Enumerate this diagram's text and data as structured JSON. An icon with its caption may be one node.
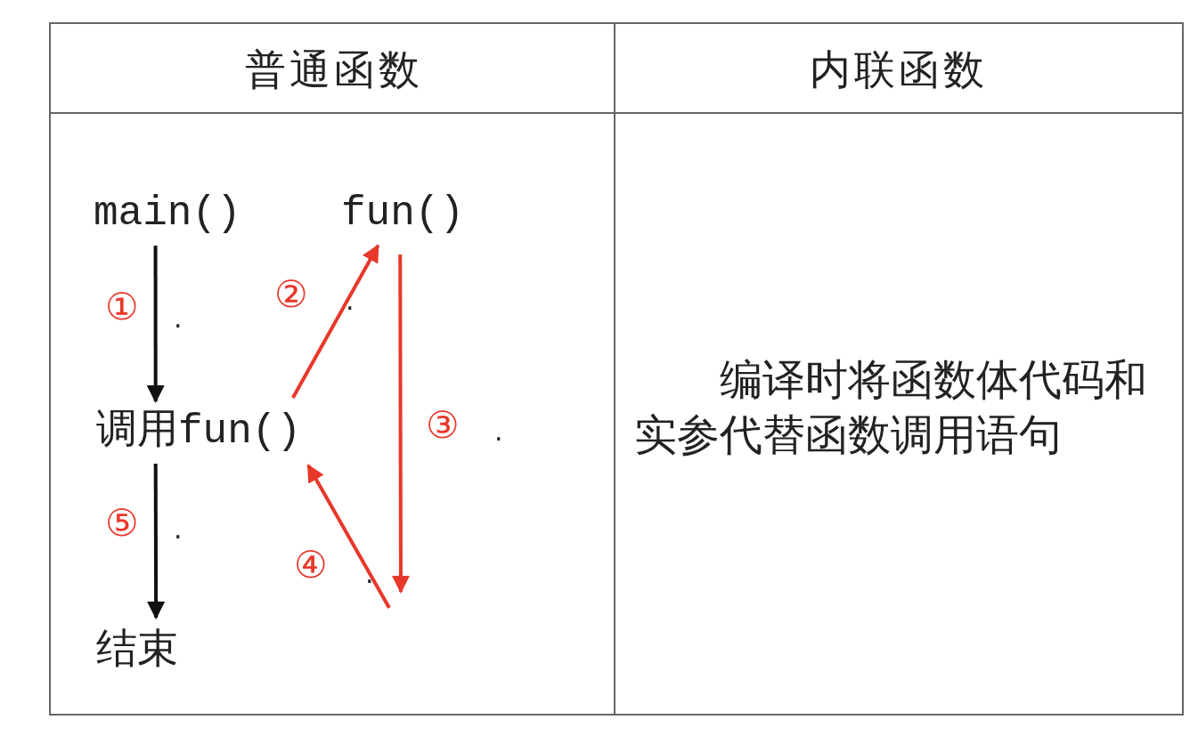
{
  "diagram": {
    "nodes": [
      {
        "text": [
          "main()"
        ]
      },
      {
        "text": [
          "fun()"
        ]
      },
      {
        "text": [
          "调用fun()"
        ]
      },
      {
        "text": [
          "结束"
        ]
      }
    ],
    "edges": [
      {
        "from": 0,
        "to": 2,
        "arrow": "to",
        "label": "①",
        "color": "#111111"
      },
      {
        "from": 2,
        "to": 1,
        "arrow": "to",
        "label": "②"
      },
      {
        "from": 1,
        "to": null,
        "arrow": "to",
        "label": "③"
      },
      {
        "from": null,
        "to": 2,
        "arrow": "to",
        "label": "④"
      },
      {
        "from": 2,
        "to": 3,
        "arrow": "to",
        "label": "⑤",
        "color": "#111111"
      }
    ],
    "labels": [
      "普通函数",
      "内联函数",
      ".",
      ".",
      ".",
      ".",
      ".",
      "编译时将函数体代码和实参代替函数调用语句"
    ]
  }
}
